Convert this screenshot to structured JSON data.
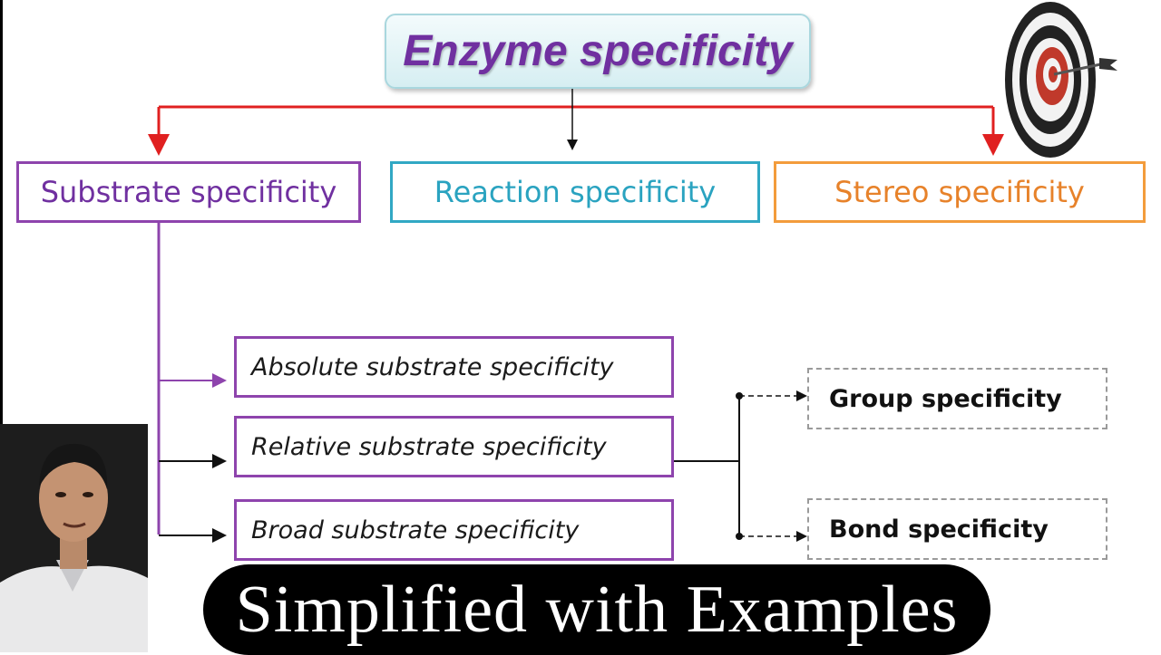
{
  "diagram": {
    "title": "Enzyme specificity",
    "categories": [
      {
        "label": "Substrate specificity",
        "color": "#8e44ad"
      },
      {
        "label": "Reaction specificity",
        "color": "#31a8c4"
      },
      {
        "label": "Stereo specificity",
        "color": "#f39c3c"
      }
    ],
    "substrate_types": [
      {
        "label": "Absolute substrate specificity"
      },
      {
        "label": "Relative substrate specificity"
      },
      {
        "label": "Broad substrate specificity"
      }
    ],
    "relative_types": [
      {
        "label": "Group specificity"
      },
      {
        "label": "Bond specificity"
      }
    ],
    "connector_colors": {
      "top": "#e02020",
      "substrate": "#8e44ad"
    }
  },
  "banner": {
    "text": "Simplified with Examples"
  },
  "icons": {
    "target": "dartboard-target-icon",
    "presenter": "presenter-video-thumbnail"
  }
}
